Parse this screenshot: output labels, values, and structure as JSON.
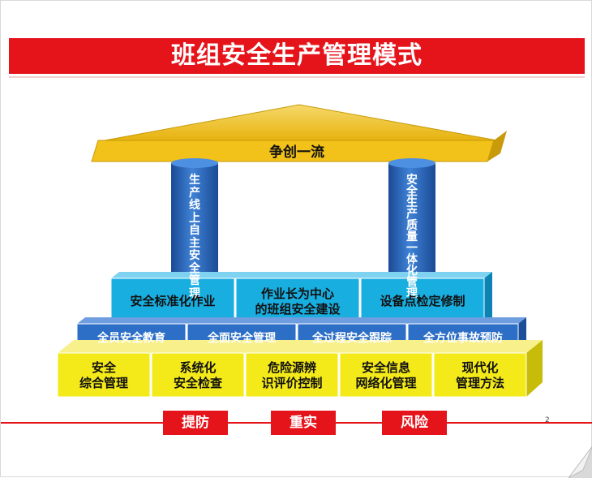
{
  "title": "班组安全生产管理模式",
  "roof": "争创一流",
  "pillars": [
    {
      "text": "生产线上自主安全管理"
    },
    {
      "text": "安全生产质量一体化管理"
    }
  ],
  "tier1": [
    "安全标准化作业",
    "作业长为中心\n的班组安全建设",
    "设备点检定修制"
  ],
  "tier2": [
    "全员安全教育",
    "全面安全管理",
    "全过程安全跟踪",
    "全方位事故预防"
  ],
  "tier3": [
    "安全\n综合管理",
    "系统化\n安全检查",
    "危险源辨\n识评价控制",
    "安全信息\n网络化管理",
    "现代化\n管理方法"
  ],
  "buttons": [
    "提防",
    "重实",
    "风险"
  ],
  "page_number": "2",
  "colors": {
    "title_red": "#e5141b",
    "roof_gold": "#f2c21a",
    "pillar_blue": "#2a63b8",
    "tier1_cyan": "#19aee0",
    "tier2_blue": "#2d6fc6",
    "tier3_yellow": "#f4ea1a"
  }
}
